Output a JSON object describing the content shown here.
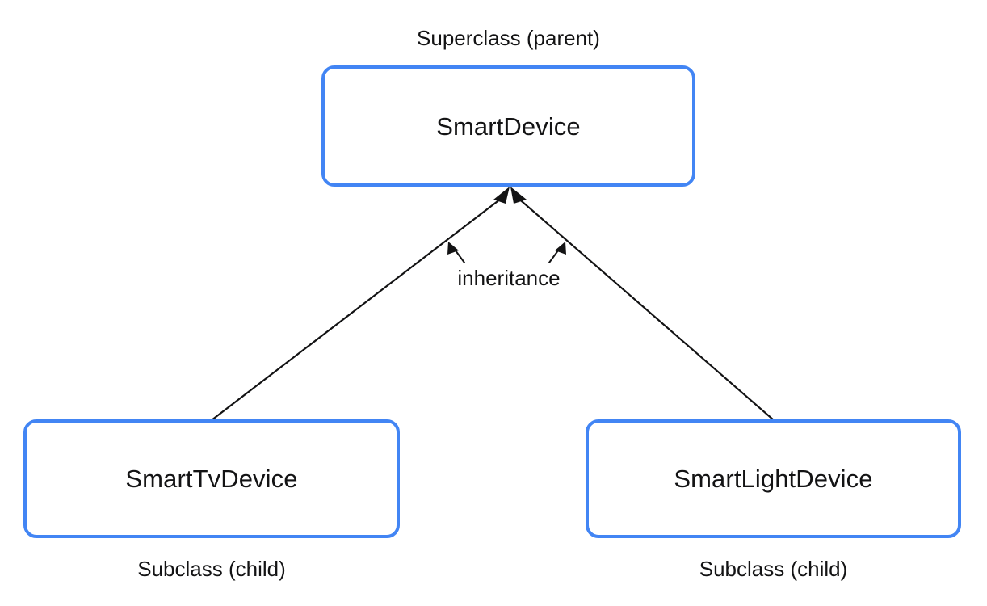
{
  "diagram": {
    "type": "class-inheritance",
    "accent_color": "#4285f4",
    "text_color": "#131314",
    "background_color": "#ffffff",
    "superclass": {
      "name": "SmartDevice",
      "caption": "Superclass (parent)"
    },
    "subclasses": [
      {
        "name": "SmartTvDevice",
        "caption": "Subclass (child)"
      },
      {
        "name": "SmartLightDevice",
        "caption": "Subclass (child)"
      }
    ],
    "relationship": {
      "label": "inheritance",
      "arrow_direction": "child-to-parent"
    }
  }
}
